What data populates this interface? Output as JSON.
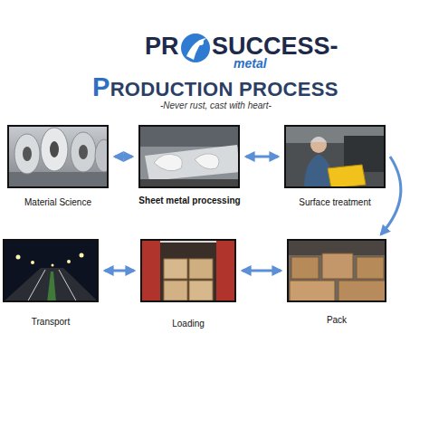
{
  "diagram": {
    "title": "PRODUCTION PROCESS",
    "nodes": [
      {
        "text": [
          "Material Science"
        ]
      },
      {
        "text": [
          "Sheet metal processing"
        ]
      },
      {
        "text": [
          "Surface treatment"
        ]
      },
      {
        "text": [
          "Pack"
        ]
      },
      {
        "text": [
          "Loading"
        ]
      },
      {
        "text": [
          "Transport"
        ]
      }
    ],
    "edges": [
      {
        "from": 0,
        "to": 1,
        "arrow": "both"
      },
      {
        "from": 1,
        "to": 2,
        "arrow": "both"
      },
      {
        "from": 2,
        "to": 3,
        "arrow": "to"
      },
      {
        "from": 3,
        "to": 4,
        "arrow": "both"
      },
      {
        "from": 4,
        "to": 5,
        "arrow": "both"
      }
    ],
    "labels": [
      "PR",
      "SUCCESS-",
      "metal",
      "-Never rust, cast with heart-"
    ]
  }
}
